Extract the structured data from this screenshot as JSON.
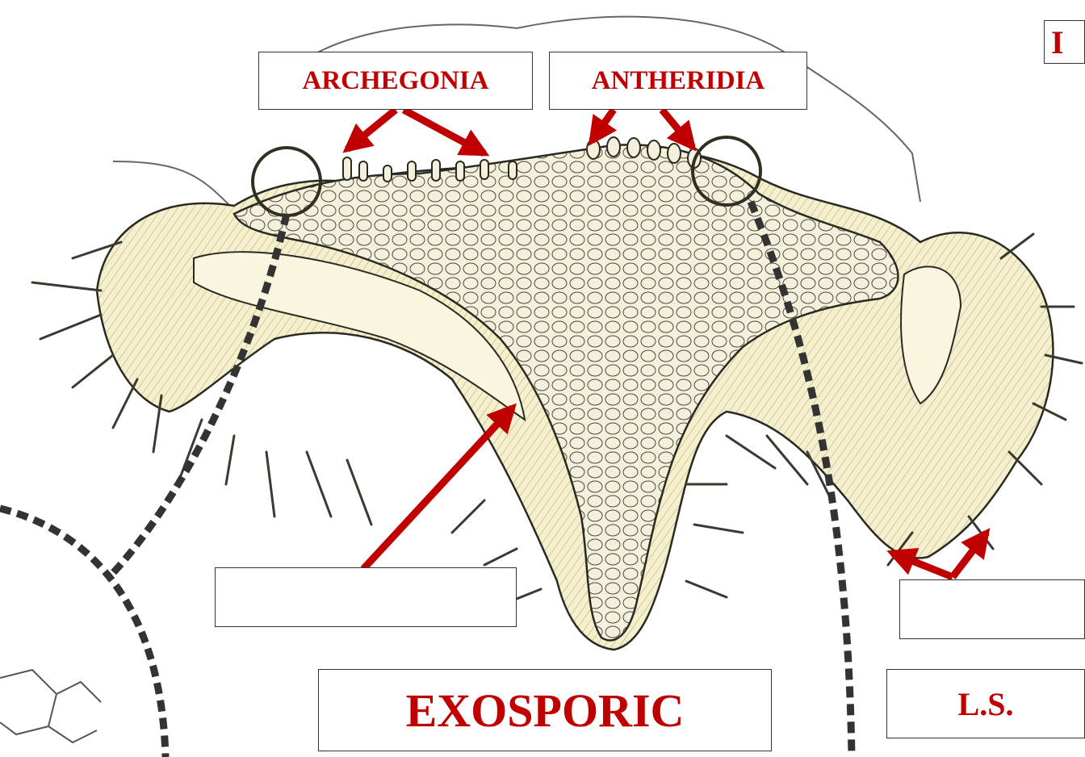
{
  "labels": {
    "archegonia": "ARCHEGONIA",
    "antheridia": "ANTHERIDIA",
    "exosporic": "EXOSPORIC",
    "ls": "L.S.",
    "corner_fragment": "I"
  },
  "blank_labels": [
    "",
    ""
  ],
  "colors": {
    "label_text": "#c00000",
    "arrow": "#c00000",
    "tissue_fill": "#f7f1d2",
    "ink": "#2a2a22",
    "dashed_ring": "#333333"
  }
}
